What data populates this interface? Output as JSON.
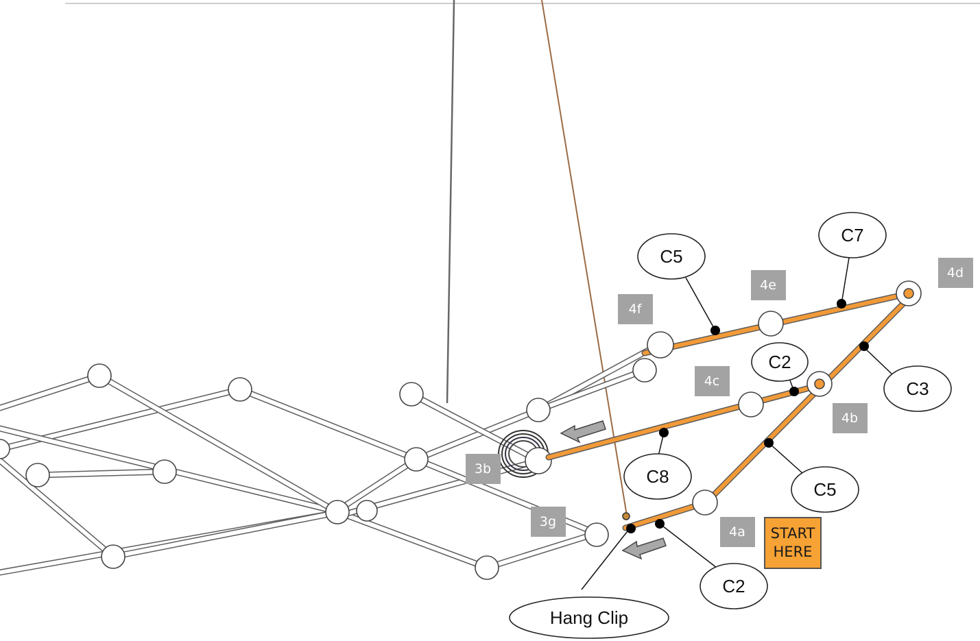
{
  "callouts": {
    "c5_top": "C5",
    "c7": "C7",
    "c2_mid": "C2",
    "c3": "C3",
    "c8": "C8",
    "c5_right": "C5",
    "c2_bottom": "C2",
    "hang_clip": "Hang Clip"
  },
  "steps": {
    "s4f": "4f",
    "s4e": "4e",
    "s4d": "4d",
    "s4c": "4c",
    "s4b": "4b",
    "s3b": "3b",
    "s3g": "3g",
    "s4a": "4a"
  },
  "start": {
    "line1": "START",
    "line2": "HERE"
  },
  "colors": {
    "highlight": "#f29a38",
    "step_box": "#a3a3a3",
    "start_box": "#f7a234"
  }
}
